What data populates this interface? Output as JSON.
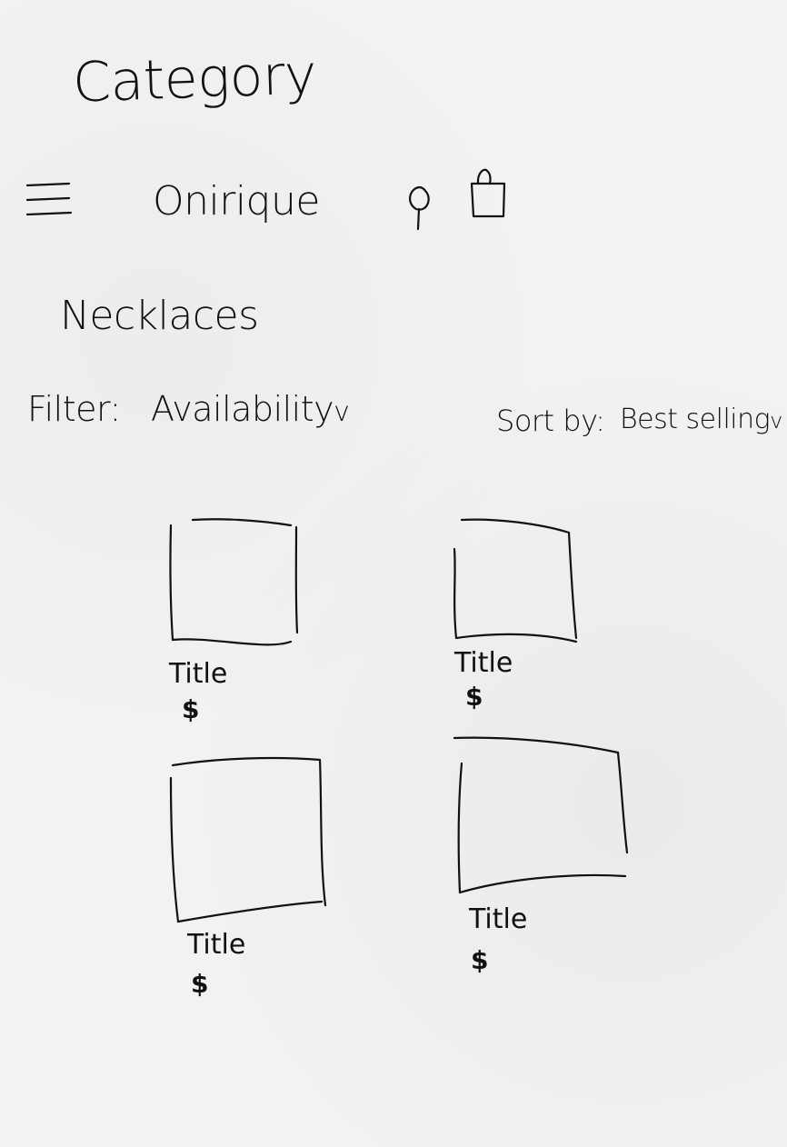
{
  "screen": {
    "title": "Category"
  },
  "header": {
    "brand": "Onirique",
    "menu_icon": "hamburger-menu-icon",
    "search_icon": "search-icon",
    "cart_icon": "shopping-bag-icon"
  },
  "page": {
    "title": "Necklaces"
  },
  "filter": {
    "label": "Filter:",
    "selected": "Availability",
    "chevron": "v"
  },
  "sort": {
    "label": "Sort by:",
    "selected": "Best selling",
    "chevron": "v"
  },
  "products": [
    {
      "title": "Title",
      "price": "$"
    },
    {
      "title": "Title",
      "price": "$"
    },
    {
      "title": "Title",
      "price": "$"
    },
    {
      "title": "Title",
      "price": "$"
    }
  ]
}
